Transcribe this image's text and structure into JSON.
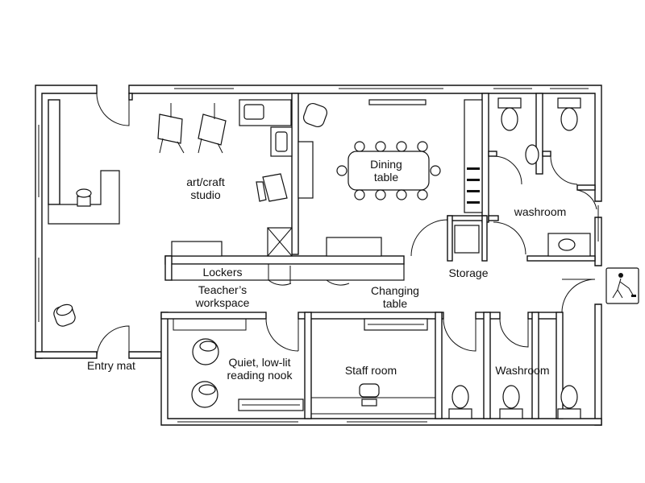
{
  "rooms": {
    "art_studio": "art/craft studio",
    "dining": "Dining table",
    "washroom_upper": "washroom",
    "lockers": "Lockers",
    "storage": "Storage",
    "teachers_workspace": "Teacher’s workspace",
    "changing_table": "Changing table",
    "entry_mat": "Entry mat",
    "reading_nook": "Quiet, low-lit reading nook",
    "staff_room": "Staff room",
    "washroom_lower": "Washroom"
  },
  "icons": {
    "exit_sign": "person-sweeping-icon"
  }
}
